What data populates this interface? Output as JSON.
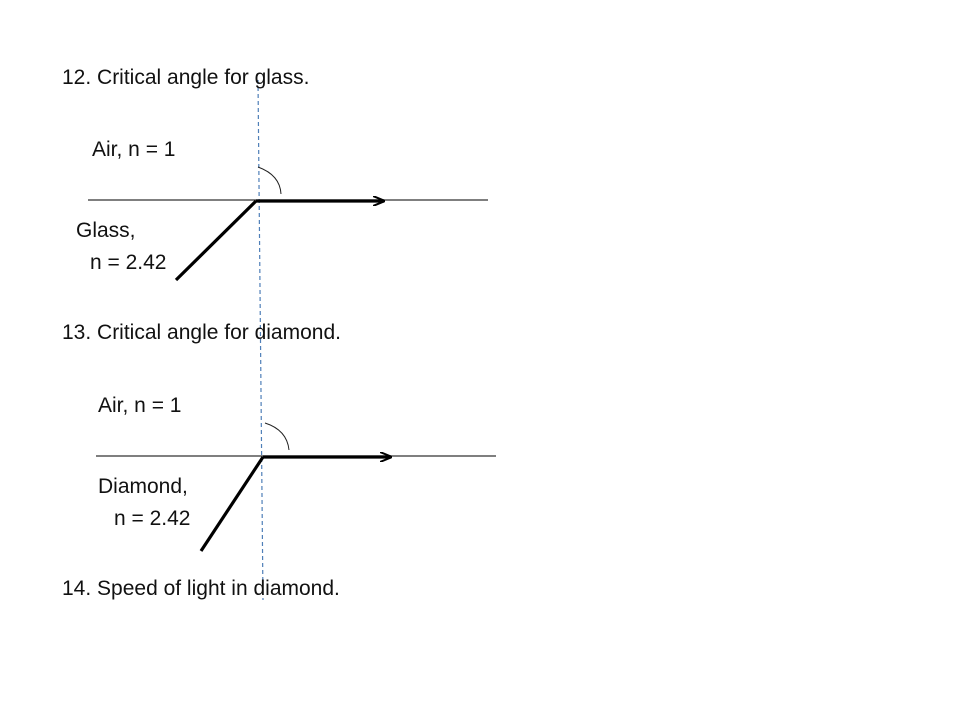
{
  "problems": [
    {
      "title": "12. Critical angle for glass."
    },
    {
      "title": "13. Critical angle for diamond."
    },
    {
      "title": "14. Speed of light in diamond."
    }
  ],
  "diagram_glass": {
    "upper_label": "Air, n = 1",
    "lower_label_line1": "Glass,",
    "lower_label_line2": "n = 2.42"
  },
  "diagram_diamond": {
    "upper_label": "Air, n = 1",
    "lower_label_line1": "Diamond,",
    "lower_label_line2": "n = 2.42"
  },
  "colors": {
    "text": "#111111",
    "ray": "#000000",
    "boundary": "#333333",
    "normal": "#4f7fb8"
  }
}
